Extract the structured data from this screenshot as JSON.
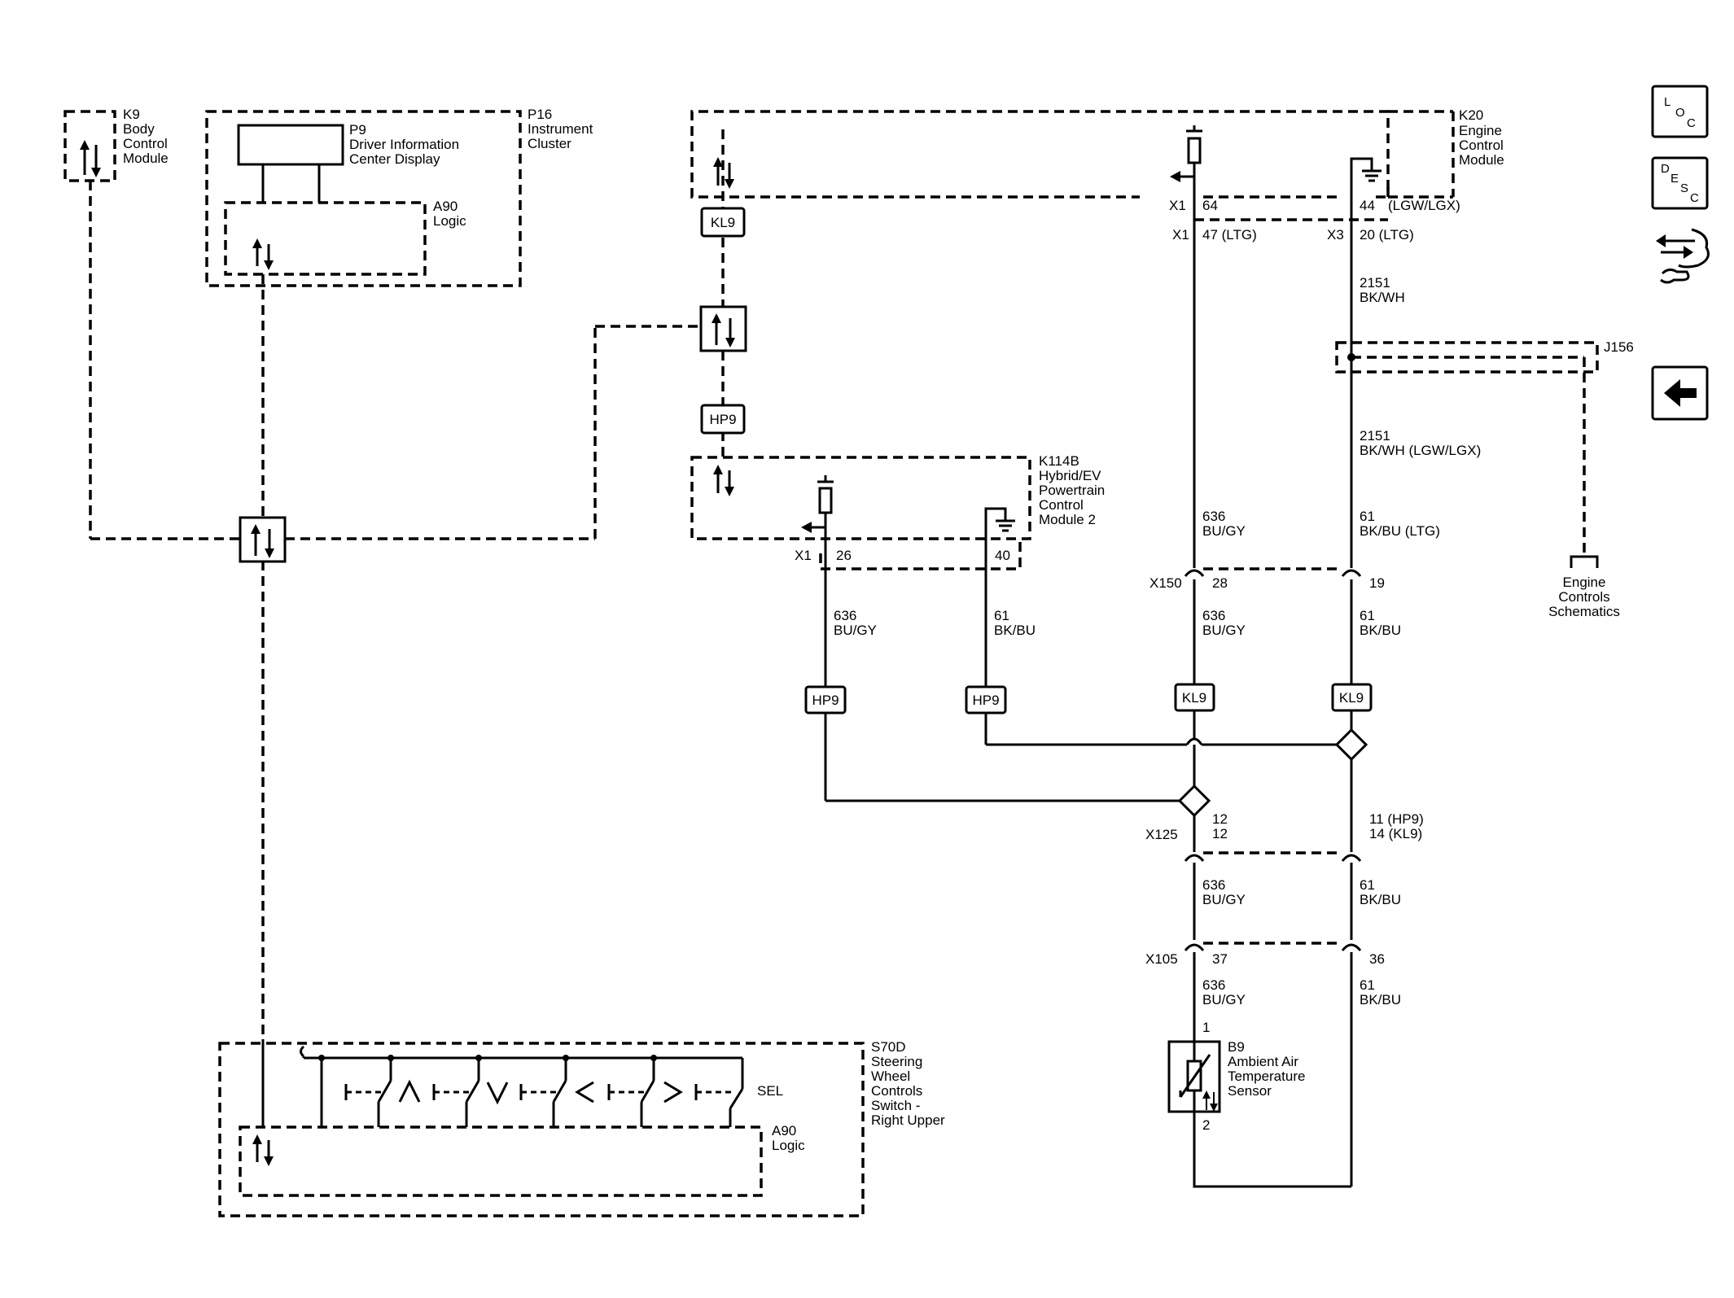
{
  "modules": {
    "k9": {
      "id": "K9",
      "l1": "Body",
      "l2": "Control",
      "l3": "Module"
    },
    "p16": {
      "id": "P16",
      "l1": "Instrument",
      "l2": "Cluster"
    },
    "p9": {
      "id": "P9",
      "l1": "Driver Information",
      "l2": "Center Display"
    },
    "a90_top": {
      "id": "A90",
      "l1": "Logic"
    },
    "k20": {
      "id": "K20",
      "l1": "Engine",
      "l2": "Control",
      "l3": "Module"
    },
    "k114b": {
      "id": "K114B",
      "l1": "Hybrid/EV",
      "l2": "Powertrain",
      "l3": "Control",
      "l4": "Module 2"
    },
    "s70d": {
      "id": "S70D",
      "l1": "Steering",
      "l2": "Wheel",
      "l3": "Controls",
      "l4": "Switch -",
      "l5": "Right Upper"
    },
    "a90_bottom": {
      "id": "A90",
      "l1": "Logic"
    },
    "b9": {
      "id": "B9",
      "l1": "Ambient Air",
      "l2": "Temperature",
      "l3": "Sensor",
      "pin1": "1",
      "pin2": "2"
    },
    "j156": {
      "id": "J156"
    },
    "engine_ref": {
      "l1": "Engine",
      "l2": "Controls",
      "l3": "Schematics"
    }
  },
  "tags": {
    "kl9": "KL9",
    "hp9": "HP9"
  },
  "switch": {
    "sel": "SEL"
  },
  "pins": {
    "k20_x1": "X1",
    "k20_x1_pin": "64",
    "k20_x1_pin2": "47 (LTG)",
    "k20_44": "44",
    "k20_44_note": "(LGW/LGX)",
    "k20_x3": "X3",
    "k20_x3_pin": "20 (LTG)",
    "k114b_x1": "X1",
    "k114b_26": "26",
    "k114b_40": "40",
    "x150": "X150",
    "x150_28": "28",
    "x150_19": "19",
    "x125": "X125",
    "x125_a1": "12",
    "x125_a2": "12",
    "x125_b1": "11 (HP9)",
    "x125_b2": "14 (KL9)",
    "x105": "X105",
    "x105_37": "37",
    "x105_36": "36"
  },
  "wires": {
    "w2151_a": {
      "c": "2151",
      "col": "BK/WH"
    },
    "w2151_b": {
      "c": "2151",
      "col": "BK/WH (LGW/LGX)"
    },
    "w636_top": {
      "c": "636",
      "col": "BU/GY"
    },
    "w61_top": {
      "c": "61",
      "col": "BK/BU (LTG)"
    },
    "w636_k114": {
      "c": "636",
      "col": "BU/GY"
    },
    "w61_k114": {
      "c": "61",
      "col": "BK/BU"
    },
    "w636_mid": {
      "c": "636",
      "col": "BU/GY"
    },
    "w61_mid": {
      "c": "61",
      "col": "BK/BU"
    },
    "w636_low": {
      "c": "636",
      "col": "BU/GY"
    },
    "w61_low": {
      "c": "61",
      "col": "BK/BU"
    },
    "w636_bot": {
      "c": "636",
      "col": "BU/GY"
    },
    "w61_bot": {
      "c": "61",
      "col": "BK/BU"
    }
  },
  "nav": {
    "loc": {
      "a": "L",
      "b": "O",
      "c": "C"
    },
    "desc": {
      "a": "D",
      "b": "E",
      "c": "S",
      "d": "C"
    },
    "icons": [
      "location-icon",
      "description-icon",
      "connector-repair-icon",
      "back-arrow-icon"
    ]
  }
}
